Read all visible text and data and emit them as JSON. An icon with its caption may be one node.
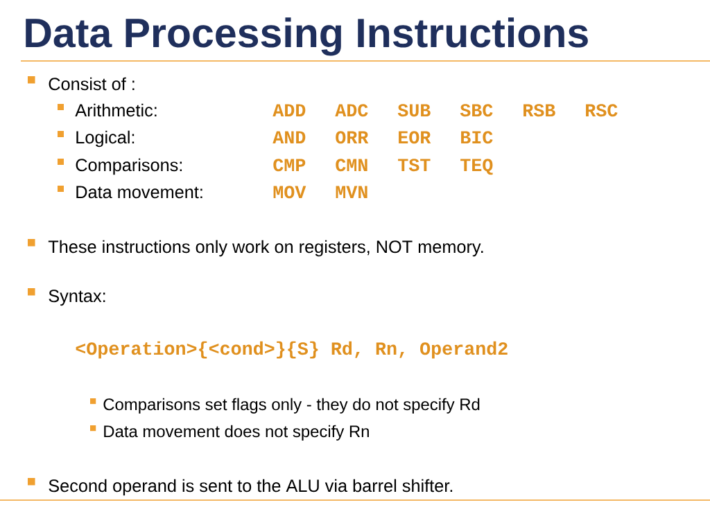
{
  "diagram": {
    "title": "Data Processing Instructions",
    "labels": [
      "Consist of :",
      "Arithmetic:",
      "ADD",
      "ADC",
      "SUB",
      "SBC",
      "RSB",
      "RSC",
      "Logical:",
      "AND",
      "ORR",
      "EOR",
      "BIC",
      "Comparisons:",
      "CMP",
      "CMN",
      "TST",
      "TEQ",
      "Data movement:",
      "MOV",
      "MVN",
      "These instructions only work on registers,  NOT  memory.",
      "Syntax:",
      "<Operation>{<cond>}{S} Rd, Rn, Operand2",
      "Comparisons set flags only - they do not specify Rd",
      "Data movement does not specify Rn",
      "Second operand is sent to the ALU via barrel shifter."
    ]
  }
}
